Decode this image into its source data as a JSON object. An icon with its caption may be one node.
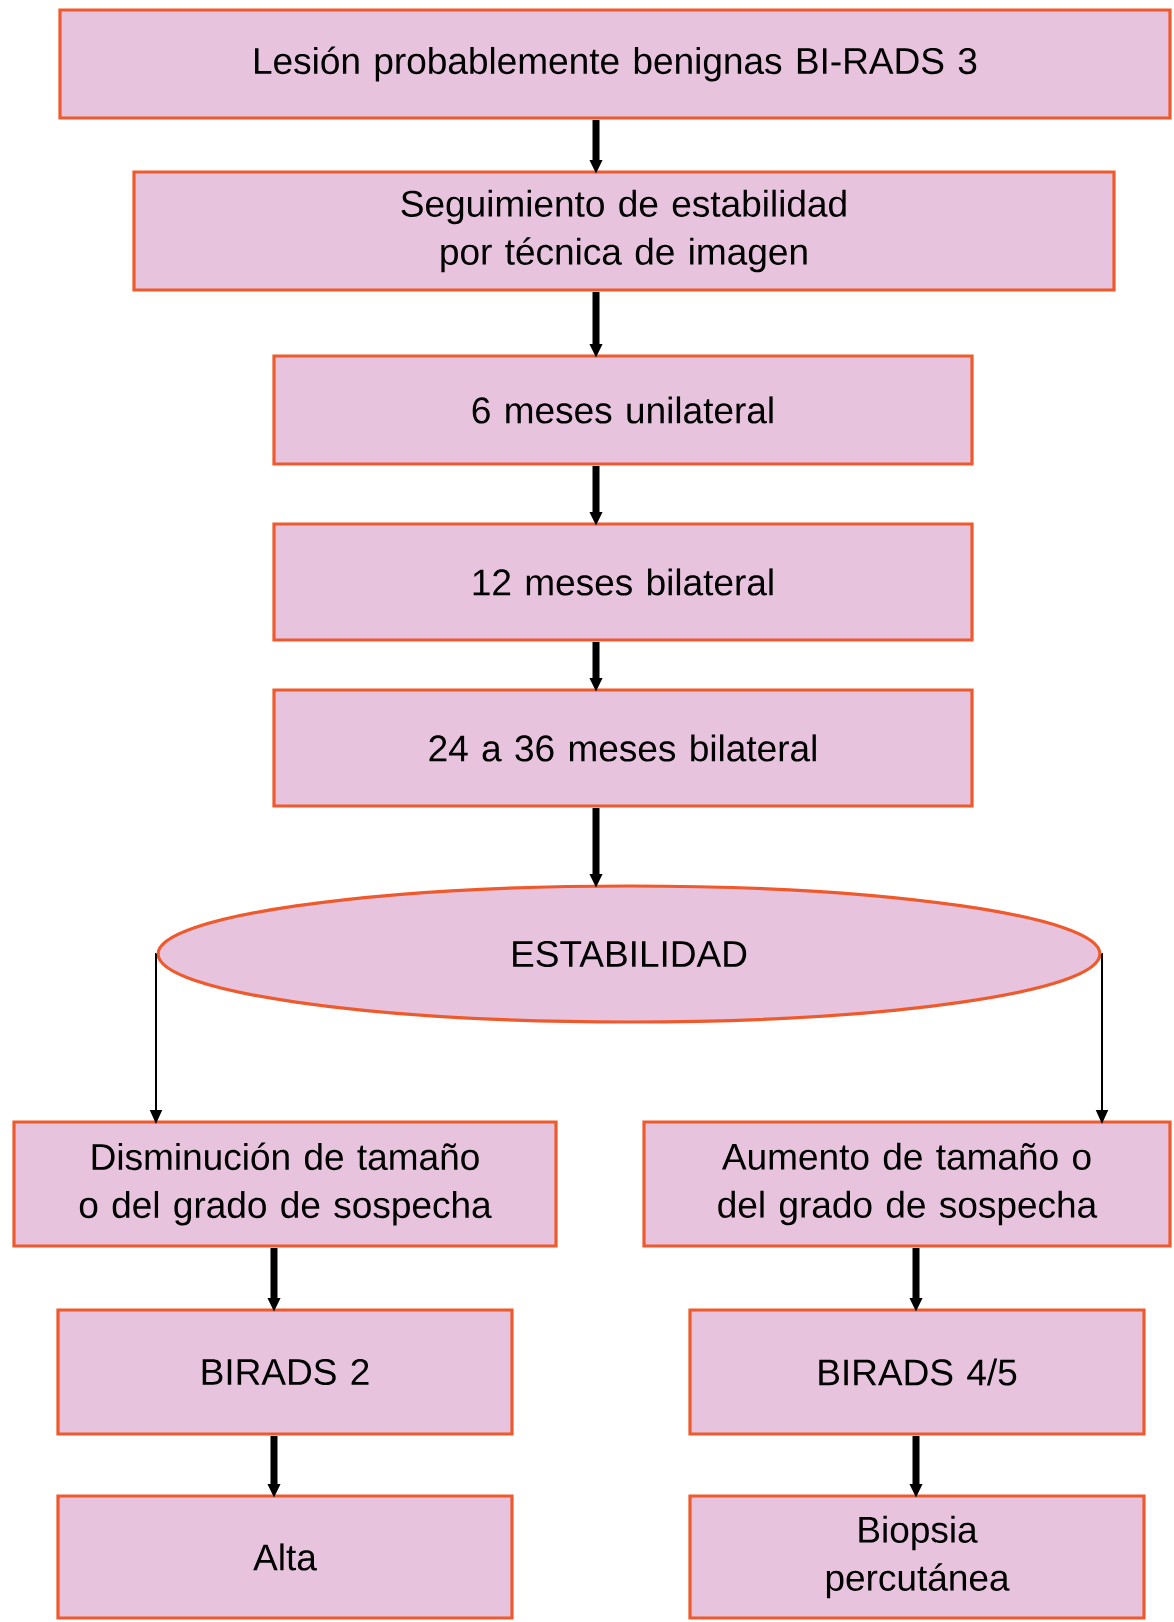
{
  "diagram": {
    "nodes": [
      {
        "text": [
          "Lesión probablemente benignas BI-RADS 3"
        ]
      },
      {
        "text": [
          "Seguimiento de estabilidad por técnica de imagen"
        ]
      },
      {
        "text": [
          "6 meses unilateral"
        ]
      },
      {
        "text": [
          "12 meses bilateral"
        ]
      },
      {
        "text": [
          "24 a 36 meses bilateral"
        ]
      },
      {
        "text": [
          "ESTABILIDAD"
        ]
      },
      {
        "text": [
          "Disminución de tamaño o del grado de sospecha"
        ]
      },
      {
        "text": [
          "Aumento de tamaño o del grado de sospecha"
        ]
      },
      {
        "text": [
          "BIRADS 2"
        ]
      },
      {
        "text": [
          "BIRADS 4/5"
        ]
      },
      {
        "text": [
          "Alta"
        ]
      },
      {
        "text": [
          "Biopsia percutánea"
        ]
      }
    ],
    "edges": [
      {
        "from": 0,
        "to": 1,
        "arrow": "to"
      },
      {
        "from": 1,
        "to": 2,
        "arrow": "to"
      },
      {
        "from": 2,
        "to": 3,
        "arrow": "to"
      },
      {
        "from": 3,
        "to": 4,
        "arrow": "to"
      },
      {
        "from": 4,
        "to": 5,
        "arrow": "to"
      },
      {
        "from": 5,
        "to": 6,
        "arrow": "to"
      },
      {
        "from": 5,
        "to": 7,
        "arrow": "to"
      },
      {
        "from": 6,
        "to": 8,
        "arrow": "to"
      },
      {
        "from": 7,
        "to": 9,
        "arrow": "to"
      },
      {
        "from": 8,
        "to": 10,
        "arrow": "to"
      },
      {
        "from": 9,
        "to": 11,
        "arrow": "to"
      }
    ]
  }
}
